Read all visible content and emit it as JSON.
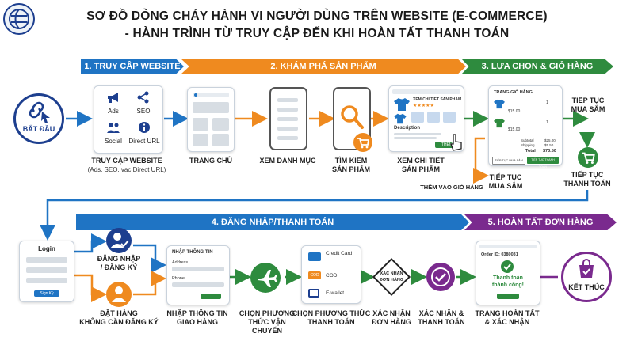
{
  "title": {
    "line1": "SƠ ĐỒ DÒNG CHẢY HÀNH VI NGƯỜI DÙNG TRÊN WEBSITE (E-COMMERCE)",
    "line2": "- HÀNH TRÌNH TỪ  TRUY CẬP ĐẾN KHI HOÀN TẤT THANH TOÁN"
  },
  "banners": {
    "b1": "1. TRUY CẬP WEBSITE",
    "b2": "2. KHÁM PHÁ SẢN PHẨM",
    "b3": "3. LỰA CHỌN & GIỎ HÀNG",
    "b4": "4. ĐĂNG NHẬP/THANH TOÁN",
    "b5": "5. HOÀN TẤT ĐƠN HÀNG"
  },
  "start": "BẮT ĐẦU",
  "end": "KẾT THÚC",
  "sources": {
    "ads": "Ads",
    "seo": "SEO",
    "social": "Social",
    "direct": "Direct URL"
  },
  "labels": {
    "visit": "TRUY CẬP WEBSITE",
    "visit_sub": "(Ads, SEO, vac Direct URL)",
    "home": "TRANG CHỦ",
    "category": "XEM DANH MỤC",
    "search1": "TÌM KIẾM",
    "search2": "SẢN PHẨM",
    "detail1": "XEM CHI TIẾT",
    "detail2": "SẢN PHẨM",
    "add_cart": "THÊM VÀO GIỎ HÀNG",
    "continue_a1": "TIẾP TỤC",
    "continue_a2": "MUA SẮM",
    "continue_b1": "TIẾP TỤC",
    "continue_b2": "MUA SẮM",
    "continue_pay1": "TIẾP TỤC",
    "continue_pay2": "THANH TOÁN",
    "login_reg1": "ĐĂNG NHẬP",
    "login_reg2": "/ ĐĂNG KÝ",
    "guest1": "ĐẶT HÀNG",
    "guest2": "KHÔNG CẦN ĐĂNG KÝ",
    "shipping1": "NHẬP THÔNG TIN",
    "shipping2": "GIAO HÀNG",
    "ship_method1": "CHỌN PHƯƠNG",
    "ship_method2": "THỨC VẬN CHUYỂN",
    "pay_method1": "CHỌN PHƯƠNG THỨC",
    "pay_method2": "THANH TOÁN",
    "confirm1": "XÁC NHẬN",
    "confirm2": "ĐƠN HÀNG",
    "confirm_pay1": "XÁC NHẬN &",
    "confirm_pay2": "THANH TOÁN",
    "done1": "TRANG HOÀN TẤT",
    "done2": "& XÁC NHẬN"
  },
  "detail_card": {
    "heading": "XEM CHI TIẾT SẢN PHẨM",
    "description": "Description",
    "button": "THÊM"
  },
  "cart_card": {
    "heading": "TRANG GIỎ HÀNG",
    "item1_price": "$15.00",
    "item1_qty": "1",
    "item2_price": "$15.00",
    "item2_qty": "1",
    "subtotal_label": "Subtotal",
    "subtotal": "$25.00",
    "shipping_label": "Shipping",
    "shipping": "$5.50",
    "total_label": "Total",
    "total": "$73.50",
    "btn_continue": "TIẾP TỤC MUA SẮM",
    "btn_checkout": "TIẾP TỤC THANH TOÁN"
  },
  "login_card": {
    "heading": "Login",
    "button": "Sign Kỳ"
  },
  "shipping_card": {
    "heading": "NHẬP THÔNG TIN",
    "address": "Address",
    "phone": "Phone"
  },
  "payment_card": {
    "credit": "Credit Card",
    "cod_tag": "COD",
    "cod": "COD",
    "ewallet": "E-wallet"
  },
  "diamond": {
    "line1": "XÁC NHẬN",
    "line2": "ĐƠN HÀNG"
  },
  "done_card": {
    "order_id": "Order ID: 0380031",
    "success1": "Thanh toán",
    "success2": "thành công!"
  },
  "colors": {
    "blue": "#1f74c4",
    "orange": "#ef8a1f",
    "green": "#2e8b3e",
    "purple": "#7a2a8e",
    "navy": "#1d3f8f"
  }
}
